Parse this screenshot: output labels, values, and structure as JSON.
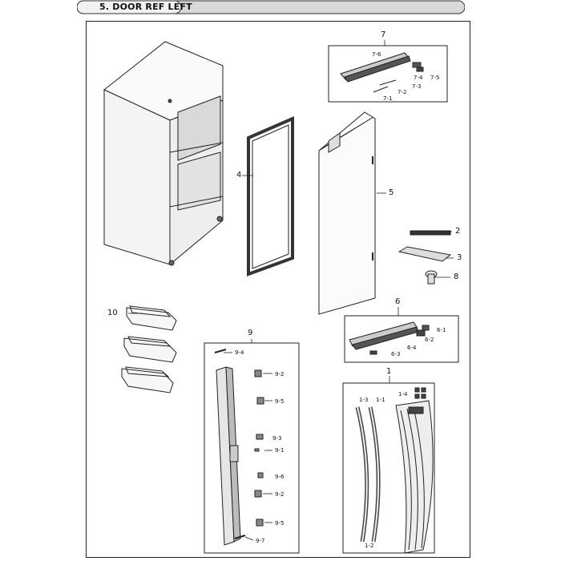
{
  "header": {
    "title": "5. DOOR REF LEFT"
  },
  "callouts": {
    "c1": "1",
    "c1_1": "1-1",
    "c1_2": "1-2",
    "c1_3": "1-3",
    "c1_4": "1-4",
    "c2": "2",
    "c3": "3",
    "c4": "4",
    "c5": "5",
    "c6": "6",
    "c6_1": "6-1",
    "c6_2": "6-2",
    "c6_3": "6-3",
    "c6_4": "6-4",
    "c7": "7",
    "c7_1": "7-1",
    "c7_2": "7-2",
    "c7_3": "7-3",
    "c7_4": "7-4",
    "c7_5": "7-5",
    "c7_6": "7-6",
    "c8": "8",
    "c9": "9",
    "c9_1": "9-1",
    "c9_2a": "9-2",
    "c9_2b": "9-2",
    "c9_3": "9-3",
    "c9_4": "9-4",
    "c9_5a": "9-5",
    "c9_5b": "9-5",
    "c9_6": "9-6",
    "c9_7": "9-7",
    "c10": "10"
  }
}
